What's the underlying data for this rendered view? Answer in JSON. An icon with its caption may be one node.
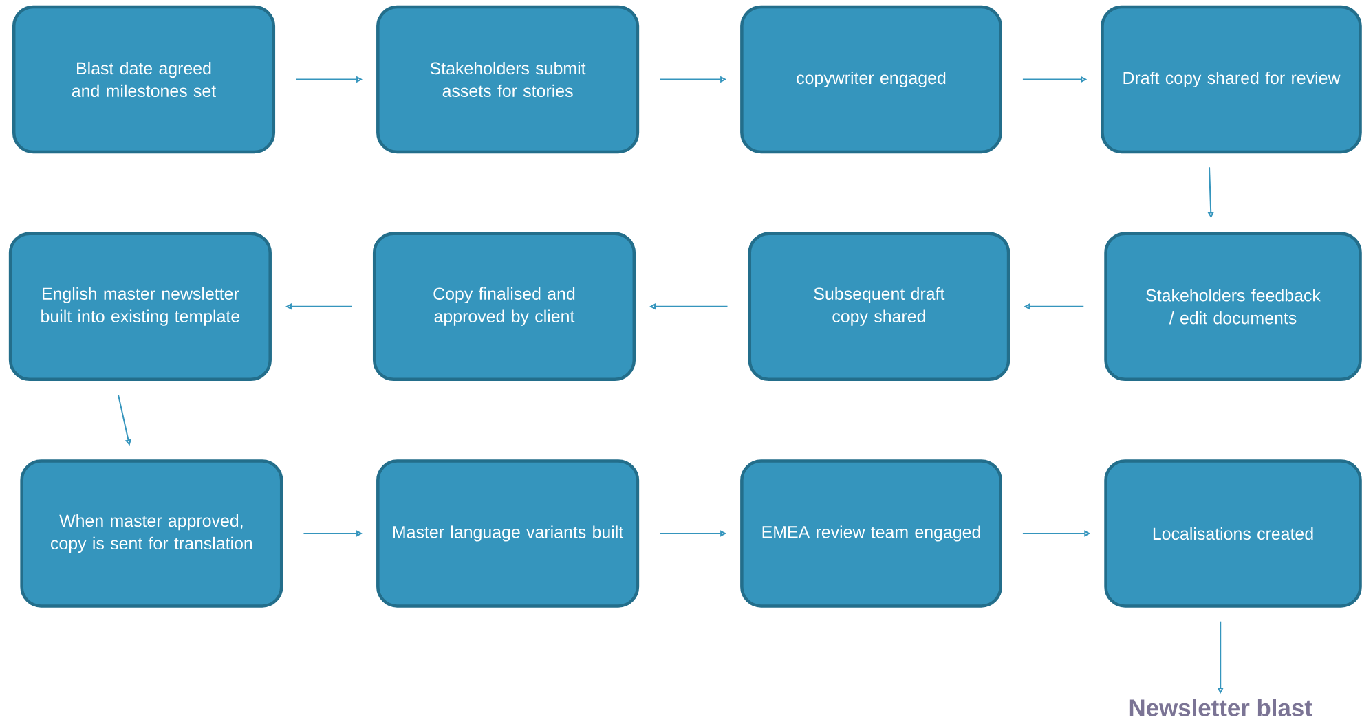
{
  "diagram": {
    "nodes": [
      {
        "text": [
          "Blast date agreed and milestones set"
        ]
      },
      {
        "text": [
          "Stakeholders submit assets for stories"
        ]
      },
      {
        "text": [
          "copywriter engaged"
        ]
      },
      {
        "text": [
          "Draft copy shared for review"
        ]
      },
      {
        "text": [
          "Stakeholders feedback / edit documents"
        ]
      },
      {
        "text": [
          "Subsequent draft copy shared"
        ]
      },
      {
        "text": [
          "Copy finalised and approved by client"
        ]
      },
      {
        "text": [
          "English master newsletter built into existing template"
        ]
      },
      {
        "text": [
          "When master approved, copy is sent for translation"
        ]
      },
      {
        "text": [
          "Master language variants built"
        ]
      },
      {
        "text": [
          "EMEA review team engaged"
        ]
      },
      {
        "text": [
          "Localisations created"
        ]
      },
      {
        "text": [
          "Newsletter blast"
        ]
      }
    ],
    "edges": [
      {
        "from": 0,
        "to": 1,
        "arrow": "to"
      },
      {
        "from": 1,
        "to": 2,
        "arrow": "to"
      },
      {
        "from": 2,
        "to": 3,
        "arrow": "to"
      },
      {
        "from": 3,
        "to": 4,
        "arrow": "to"
      },
      {
        "from": 4,
        "to": 5,
        "arrow": "to"
      },
      {
        "from": 5,
        "to": 6,
        "arrow": "to"
      },
      {
        "from": 6,
        "to": 7,
        "arrow": "to"
      },
      {
        "from": 7,
        "to": 8,
        "arrow": "to"
      },
      {
        "from": 8,
        "to": 9,
        "arrow": "to"
      },
      {
        "from": 9,
        "to": 10,
        "arrow": "to"
      },
      {
        "from": 10,
        "to": 11,
        "arrow": "to"
      },
      {
        "from": 11,
        "to": 12,
        "arrow": "to"
      }
    ]
  }
}
